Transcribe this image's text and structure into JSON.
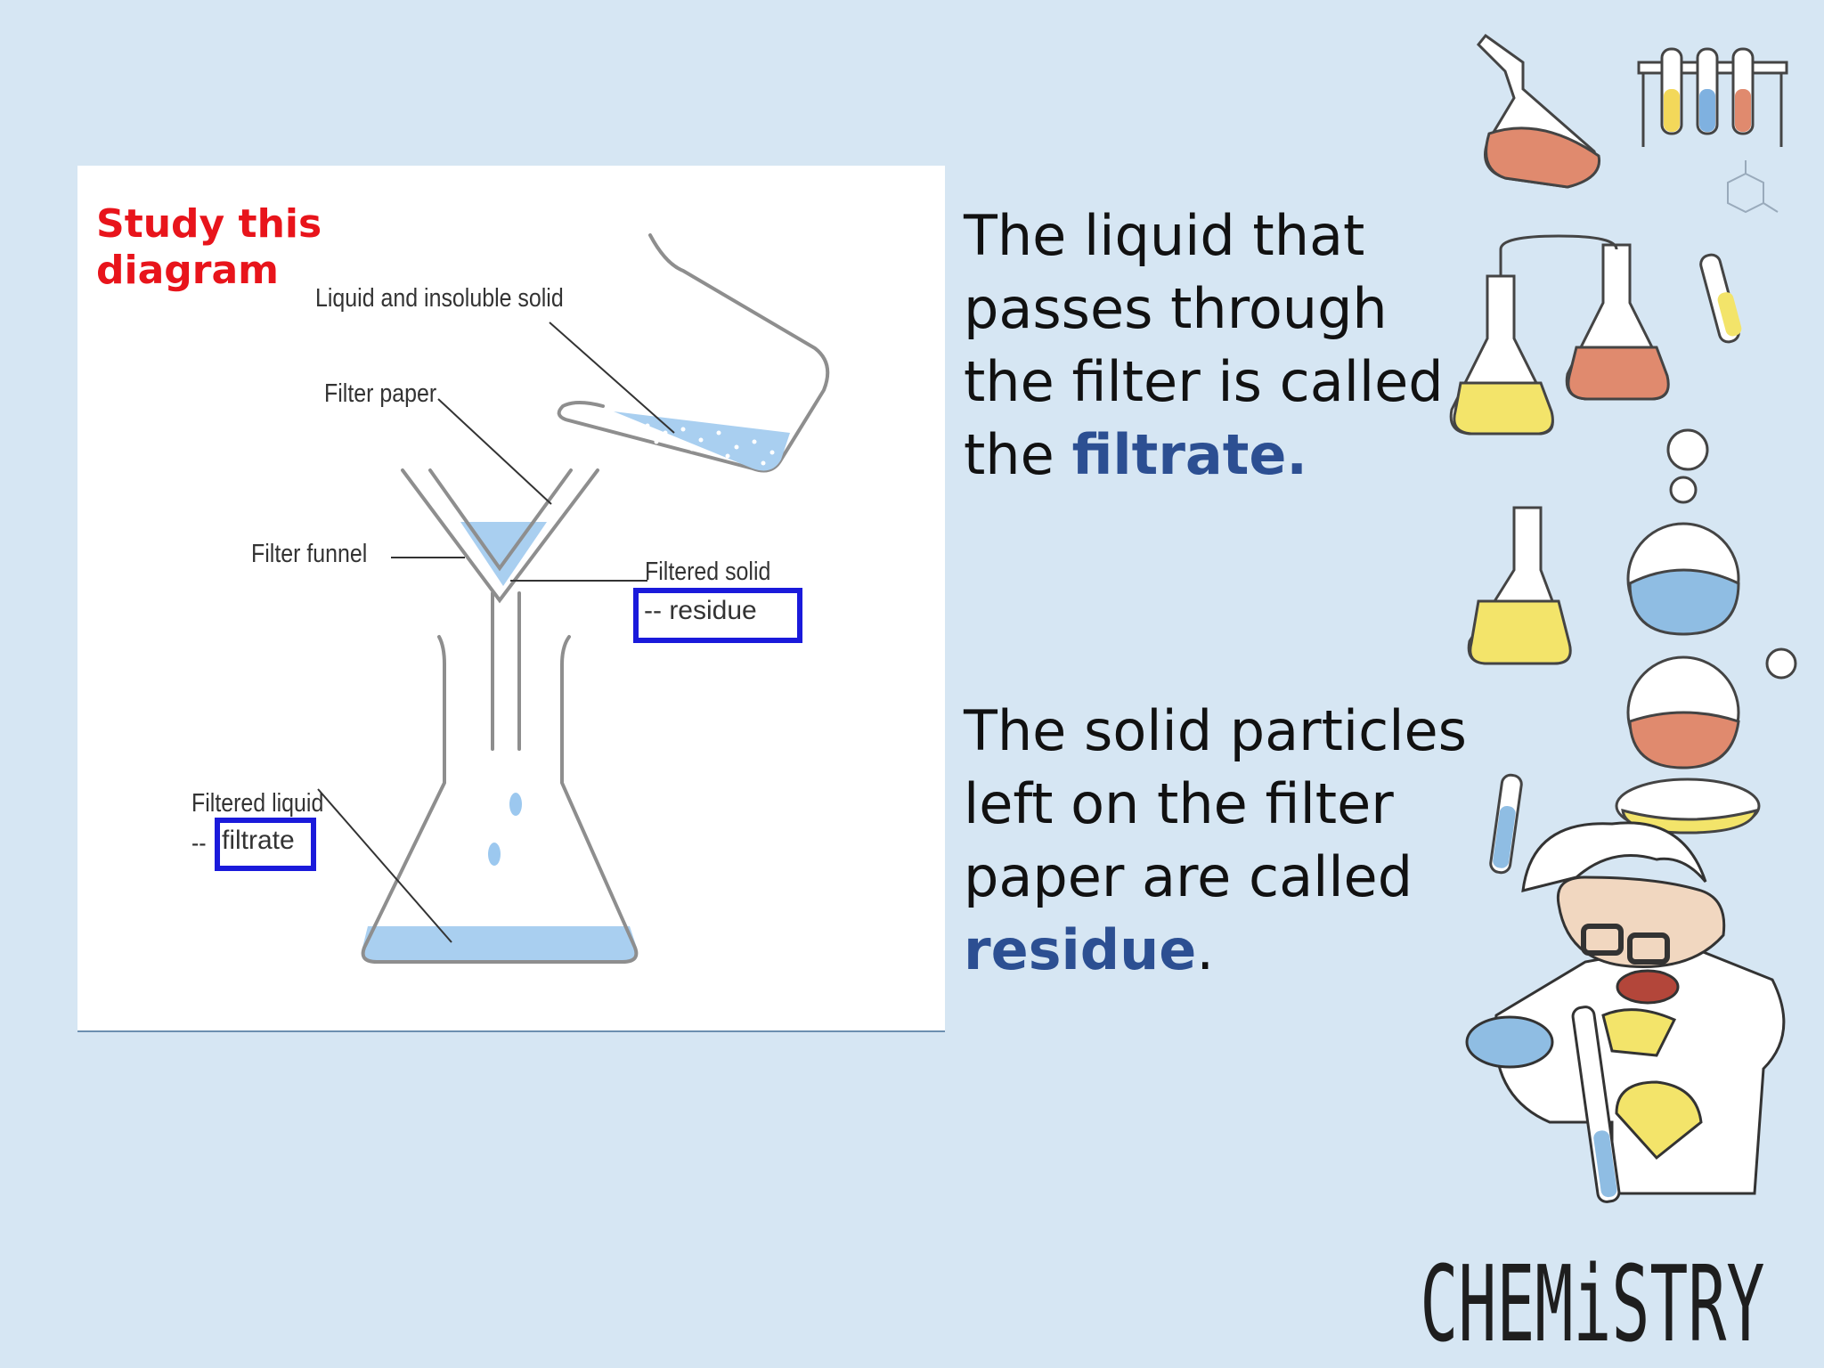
{
  "diagram": {
    "note": [
      "Study this",
      "diagram"
    ],
    "labels": {
      "liquid_and_solid": "Liquid and insoluble solid",
      "filter_paper": "Filter paper",
      "filter_funnel": "Filter funnel",
      "filtered_solid": "Filtered solid",
      "residue": "-- residue",
      "filtered_liquid": "Filtered liquid",
      "filtrate_prefix": "--",
      "filtrate": "filtrate"
    }
  },
  "text": {
    "filtrate_lines": [
      "The liquid that",
      "passes through",
      "the filter is called"
    ],
    "filtrate_lead": "the ",
    "filtrate_term": "filtrate.",
    "residue_lines": [
      "The solid particles",
      "left on the filter",
      "paper are called"
    ],
    "residue_term": "residue",
    "residue_end": "."
  },
  "decoration": {
    "logo_text": "CHEMiSTRY"
  },
  "colors": {
    "note_red": "#e8141b",
    "term_blue": "#2c4f92",
    "box_blue": "#1a1adb",
    "liquid_blue": "#9cc8ef"
  }
}
